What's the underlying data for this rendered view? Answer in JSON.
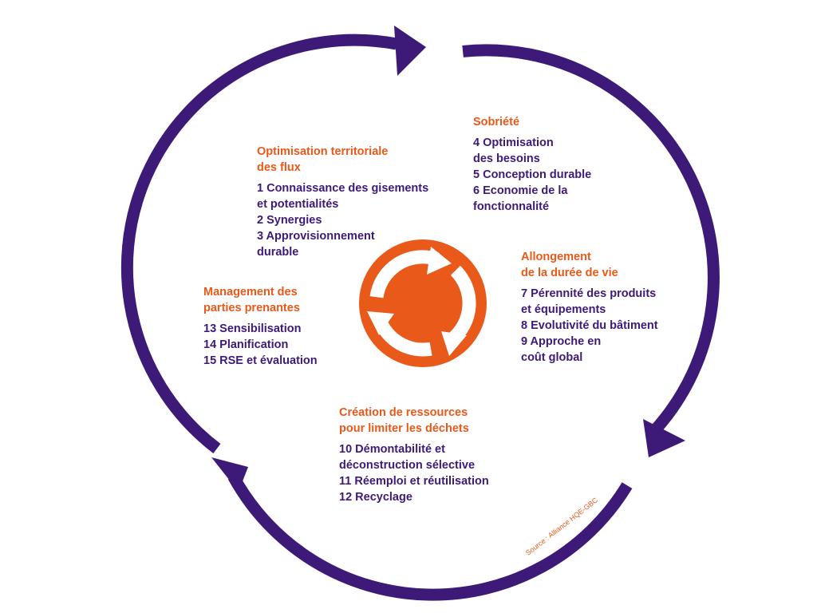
{
  "colors": {
    "ring": "#3d1a78",
    "accent": "#e8591a",
    "ink": "#3d1a78",
    "center_arrows": "#ffffff"
  },
  "icons": {
    "ring": "circular-flow-arrows-icon",
    "center": "recycling-arrows-icon"
  },
  "sections": {
    "optimisation": {
      "heading": "Optimisation territoriale\ndes flux",
      "items": [
        "1 Connaissance des gisements\n   et potentialités",
        "2 Synergies",
        "3 Approvisionnement\n   durable"
      ]
    },
    "sobriete": {
      "heading": "Sobriété",
      "items": [
        "4 Optimisation\n   des besoins",
        "5 Conception durable",
        "6 Economie de la\n   fonctionnalité"
      ]
    },
    "allongement": {
      "heading": "Allongement\nde la durée de vie",
      "items": [
        "7 Pérennité des produits\n   et équipements",
        "8 Evolutivité du bâtiment",
        "9 Approche en\n   coût global"
      ]
    },
    "creation": {
      "heading": "Création de ressources\npour limiter les déchets",
      "items": [
        "10 Démontabilité  et\n     déconstruction sélective",
        "11 Réemploi et réutilisation",
        "12 Recyclage"
      ]
    },
    "management": {
      "heading": "Management des\nparties prenantes",
      "items": [
        "13 Sensibilisation",
        "14 Planification",
        "15 RSE et évaluation"
      ]
    }
  },
  "source": "Source : Alliance HQE-GBC"
}
